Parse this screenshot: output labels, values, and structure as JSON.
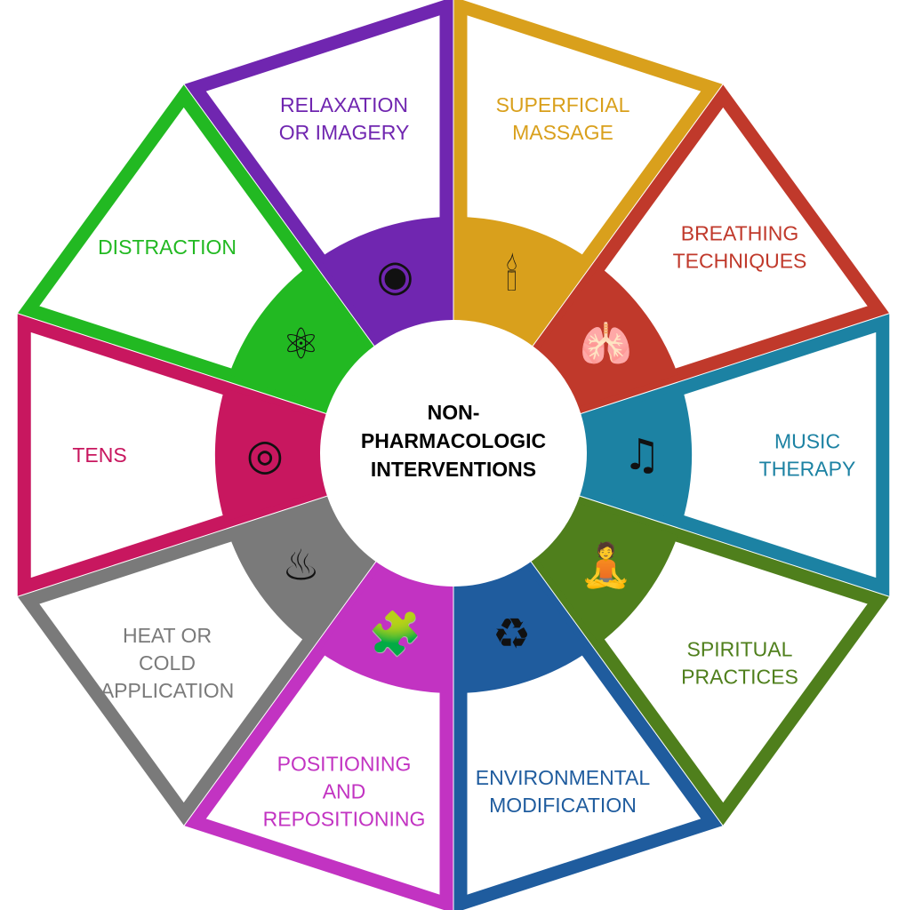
{
  "center": {
    "lines": [
      "NON-",
      "PHARMACOLOGIC",
      "INTERVENTIONS"
    ]
  },
  "segments": [
    {
      "id": "superficial-massage",
      "lines": [
        "SUPERFICIAL",
        "MASSAGE"
      ],
      "color": "#d9a01c",
      "icon": "candle-flower-icon",
      "glyph": "🕯"
    },
    {
      "id": "breathing-techniques",
      "lines": [
        "BREATHING",
        "TECHNIQUES"
      ],
      "color": "#c0392b",
      "icon": "lungs-icon",
      "glyph": "🫁"
    },
    {
      "id": "music-therapy",
      "lines": [
        "MUSIC",
        "THERAPY"
      ],
      "color": "#1c82a3",
      "icon": "music-disc-icon",
      "glyph": "♫"
    },
    {
      "id": "spiritual-practices",
      "lines": [
        "SPIRITUAL",
        "PRACTICES"
      ],
      "color": "#4f7f1c",
      "icon": "meditation-icon",
      "glyph": "🧘"
    },
    {
      "id": "environmental-modification",
      "lines": [
        "ENVIRONMENTAL",
        "MODIFICATION"
      ],
      "color": "#1f5c9e",
      "icon": "leaves-cycle-icon",
      "glyph": "♻"
    },
    {
      "id": "positioning-and-repositioning",
      "lines": [
        "POSITIONING",
        "AND",
        "REPOSITIONING"
      ],
      "color": "#c233c2",
      "icon": "puzzle-head-icon",
      "glyph": "🧩"
    },
    {
      "id": "heat-or-cold-application",
      "lines": [
        "HEAT OR",
        "COLD",
        "APPLICATION"
      ],
      "color": "#7a7a7a",
      "icon": "heated-basin-icon",
      "glyph": "♨"
    },
    {
      "id": "tens",
      "lines": [
        "TENS"
      ],
      "color": "#c8175f",
      "icon": "head-signal-icon",
      "glyph": "◎"
    },
    {
      "id": "distraction",
      "lines": [
        "DISTRACTION"
      ],
      "color": "#22b922",
      "icon": "atom-head-icon",
      "glyph": "⚛"
    },
    {
      "id": "relaxation-or-imagery",
      "lines": [
        "RELAXATION",
        "OR IMAGERY"
      ],
      "color": "#7026b0",
      "icon": "water-drop-ripple-icon",
      "glyph": "◉"
    }
  ]
}
